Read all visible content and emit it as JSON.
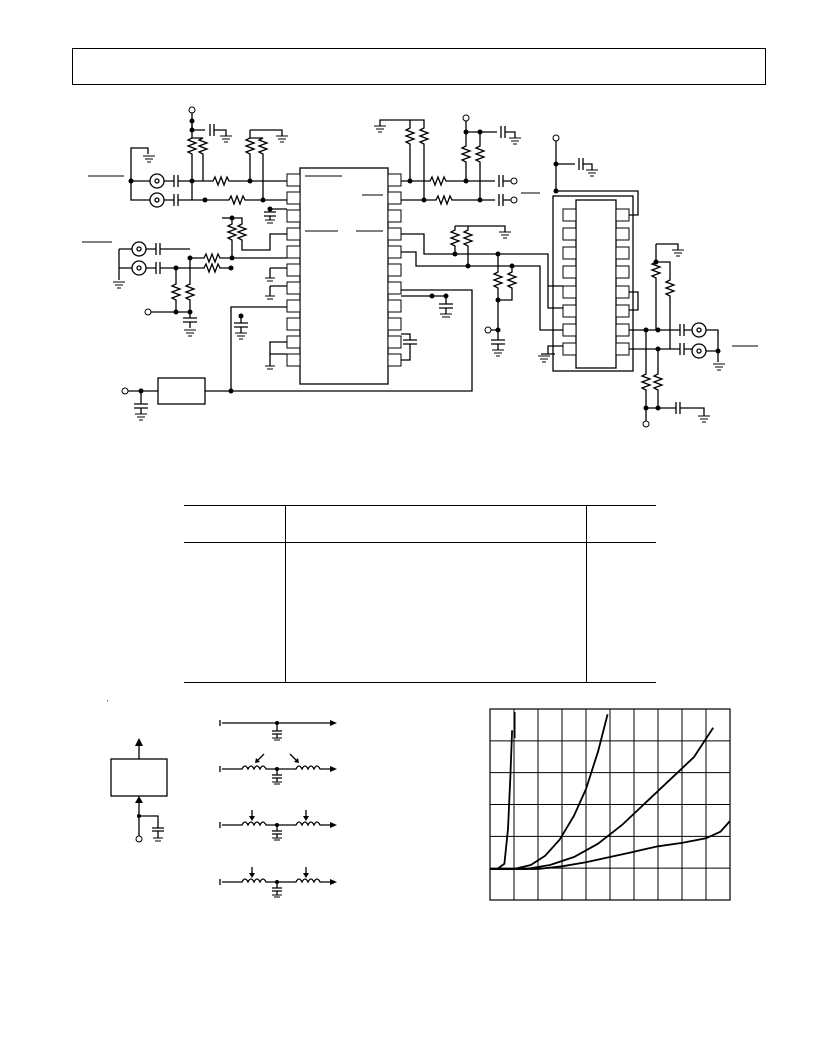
{
  "header": {
    "title_text": ""
  },
  "table": {
    "columns": [
      "",
      "",
      ""
    ],
    "rows": [
      [
        "",
        "",
        ""
      ]
    ]
  },
  "marks": {
    "tick": "'"
  },
  "chart_data": {
    "type": "line",
    "title": "",
    "xlabel": "",
    "ylabel": "",
    "xlim": [
      0,
      10
    ],
    "ylim": [
      0,
      6
    ],
    "grid": true,
    "series": [
      {
        "x": [
          0,
          0.3,
          0.6,
          0.75,
          0.85,
          0.92
        ],
        "y": [
          0,
          0,
          0.2,
          1.5,
          3.5,
          5.2
        ]
      },
      {
        "x": [
          0,
          1,
          1.7,
          2.3,
          2.9,
          3.5,
          4.0,
          4.5,
          4.9
        ],
        "y": [
          0,
          0,
          0.15,
          0.5,
          1.1,
          2.0,
          3.0,
          4.4,
          5.8
        ]
      },
      {
        "x": [
          0,
          1.5,
          2.5,
          3.5,
          4.5,
          5.5,
          6.5,
          7.5,
          8.5,
          9.3
        ],
        "y": [
          0,
          0,
          0.15,
          0.45,
          0.95,
          1.65,
          2.5,
          3.35,
          4.2,
          5.3
        ]
      },
      {
        "x": [
          0,
          2,
          3,
          4,
          5,
          6,
          7,
          8,
          9,
          9.6,
          10
        ],
        "y": [
          0,
          0,
          0.1,
          0.25,
          0.45,
          0.65,
          0.85,
          0.98,
          1.15,
          1.4,
          1.8
        ]
      }
    ]
  }
}
